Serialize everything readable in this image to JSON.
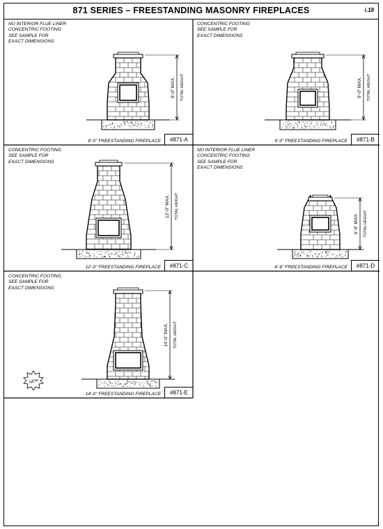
{
  "header": {
    "title": "871 SERIES – FREESTANDING MASONRY FIREPLACES",
    "page": "i.18"
  },
  "panels": [
    {
      "notes": [
        "NO INTERIOR FLUE LINER",
        "CONCENTRIC FOOTING",
        "SEE SAMPLE FOR",
        "EXACT DIMENSIONS"
      ],
      "caption": "8'-0\" FREESTANDING FIREPLACE",
      "code": "#871-A",
      "dim_label": "8'-0\" MAX.",
      "dim_sub": "TOTAL HEIGHT"
    },
    {
      "notes": [
        "CONCENTRIC FOOTING",
        "SEE SAMPLE FOR",
        "EXACT DIMENSIONS"
      ],
      "caption": "9'-0\" FREESTANDING FIREPLACE",
      "code": "#871-B",
      "dim_label": "9'-0\" MAX.",
      "dim_sub": "TOTAL HEIGHT"
    },
    {
      "notes": [
        "CONCENTRIC FOOTING",
        "SEE SAMPLE FOR",
        "EXACT DIMENSIONS"
      ],
      "caption": "12'-0\" FREESTANDING FIREPLACE",
      "code": "#871-C",
      "dim_label": "12'-0\" MAX.",
      "dim_sub": "TOTAL HEIGHT"
    },
    {
      "notes": [
        "NO INTERIOR FLUE LINER",
        "CONCENTRIC FOOTING",
        "SEE SAMPLE FOR",
        "EXACT DIMENSIONS"
      ],
      "caption": "6'-6\" FREESTANDING FIREPLACE",
      "code": "#871-D",
      "dim_label": "6'-0\" MAX.",
      "dim_sub": "TOTAL HEIGHT"
    },
    {
      "notes": [
        "CONCENTRIC FOOTING",
        "SEE SAMPLE FOR",
        "EXACT DIMENSIONS"
      ],
      "caption": "14'-0\" FREESTANDING FIREPLACE",
      "code": "#871-E",
      "dim_label": "14'-0\" MAX.",
      "dim_sub": "TOTAL HEIGHT"
    }
  ],
  "badge": "NEW"
}
